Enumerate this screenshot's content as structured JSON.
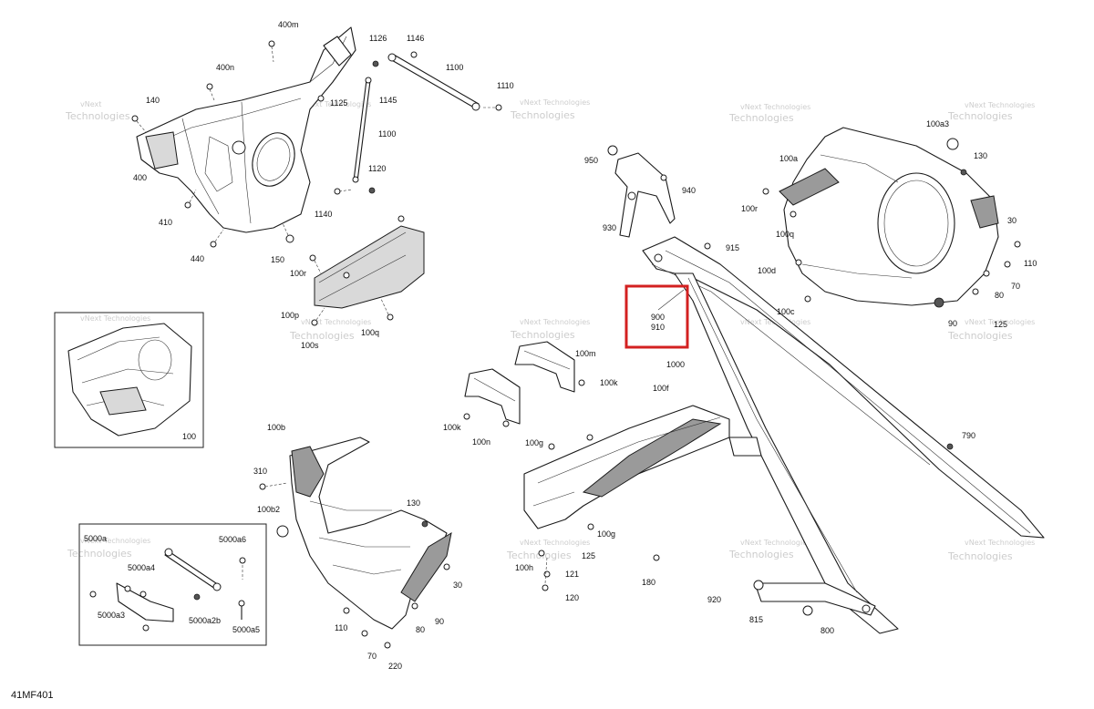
{
  "drawing_number": "41MF401",
  "watermark": {
    "line1": "vNext",
    "line2": "Technologies",
    "inline": "vNext Technologies"
  },
  "highlight_color": "#d32020",
  "callouts": {
    "c400m": "400m",
    "c400n": "400n",
    "c1126": "1126",
    "c1146": "1146",
    "c1100a": "1100",
    "c140": "140",
    "c1125": "1125",
    "c1145": "1145",
    "c1110": "1110",
    "c1100b": "1100",
    "c400": "400",
    "c1120": "1120",
    "c410": "410",
    "c1140": "1140",
    "c440": "440",
    "c150": "150",
    "c100r": "100r",
    "c100p": "100p",
    "c100s": "100s",
    "c100q": "100q",
    "c100": "100",
    "c950": "950",
    "c940": "940",
    "c930": "930",
    "c915": "915",
    "c900": "900",
    "c910": "910",
    "c1000": "1000",
    "c100a3": "100a3",
    "c100a": "100a",
    "c130a": "130",
    "c100r2": "100r",
    "c100q2": "100q",
    "c30a": "30",
    "c100d": "100d",
    "c110a": "110",
    "c70a": "70",
    "c80a": "80",
    "c100c": "100c",
    "c90a": "90",
    "c125a": "125",
    "c100m": "100m",
    "c100k": "100k",
    "c100k2": "100k",
    "c100n": "100n",
    "c100f": "100f",
    "c100g": "100g",
    "c100g2": "100g",
    "c125b": "125",
    "c100h": "100h",
    "c121": "121",
    "c120": "120",
    "c180": "180",
    "c790": "790",
    "c920": "920",
    "c815": "815",
    "c800": "800",
    "c100b": "100b",
    "c310": "310",
    "c100b2": "100b2",
    "c130b": "130",
    "c30b": "30",
    "c110b": "110",
    "c80b": "80",
    "c90b": "90",
    "c70b": "70",
    "c220": "220",
    "c5000a6": "5000a6",
    "c5000a_top": "5000a",
    "c5000a4": "5000a4",
    "c5000a3": "5000a3",
    "c5000a2b": "5000a2b",
    "c5000a5": "5000a5"
  }
}
